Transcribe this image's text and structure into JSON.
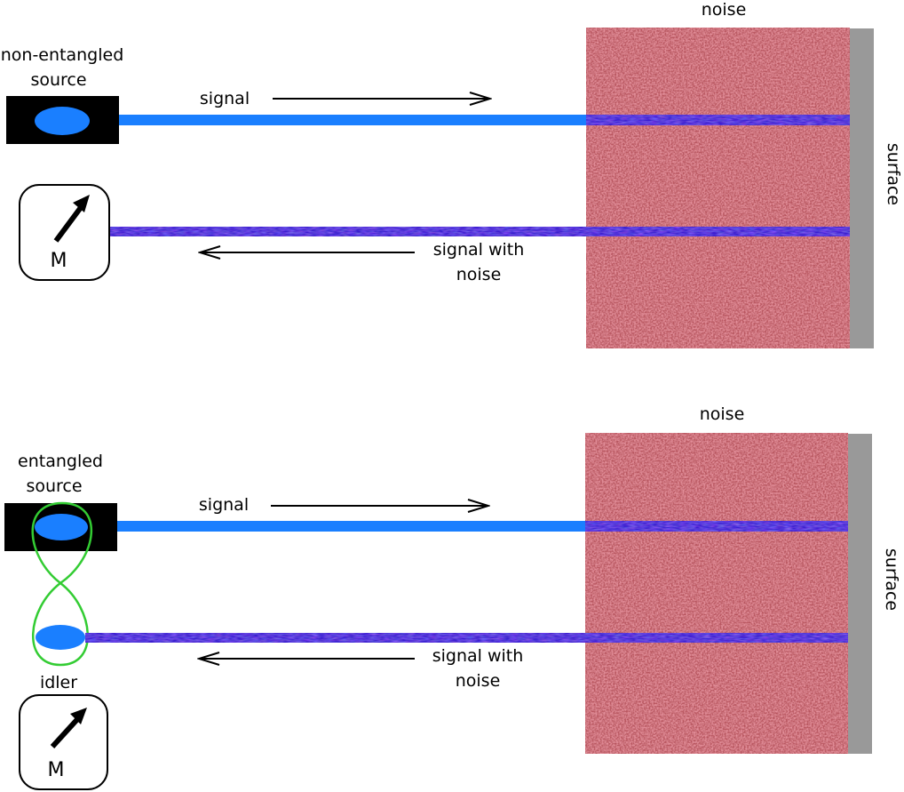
{
  "top_panel": {
    "source_label_line1": "non-entangled",
    "source_label_line2": "source",
    "signal_label": "signal",
    "return_label_line1": "signal with",
    "return_label_line2": "noise",
    "noise_label": "noise",
    "surface_label": "surface",
    "meter_label": "M"
  },
  "bottom_panel": {
    "source_label_line1": "entangled",
    "source_label_line2": "source",
    "signal_label": "signal",
    "return_label_line1": "signal with",
    "return_label_line2": "noise",
    "noise_label": "noise",
    "surface_label": "surface",
    "idler_label": "idler",
    "meter_label": "M"
  },
  "colors": {
    "signal_beam": "#1a7fff",
    "noisy_beam": "#3a1fd0",
    "noise_region": "#b8555e",
    "surface": "#999999",
    "source_box": "#000000",
    "entanglement_loop": "#33cc33"
  },
  "icons": {
    "meter": "meter-needle-icon",
    "arrow": "arrow-right-icon"
  }
}
